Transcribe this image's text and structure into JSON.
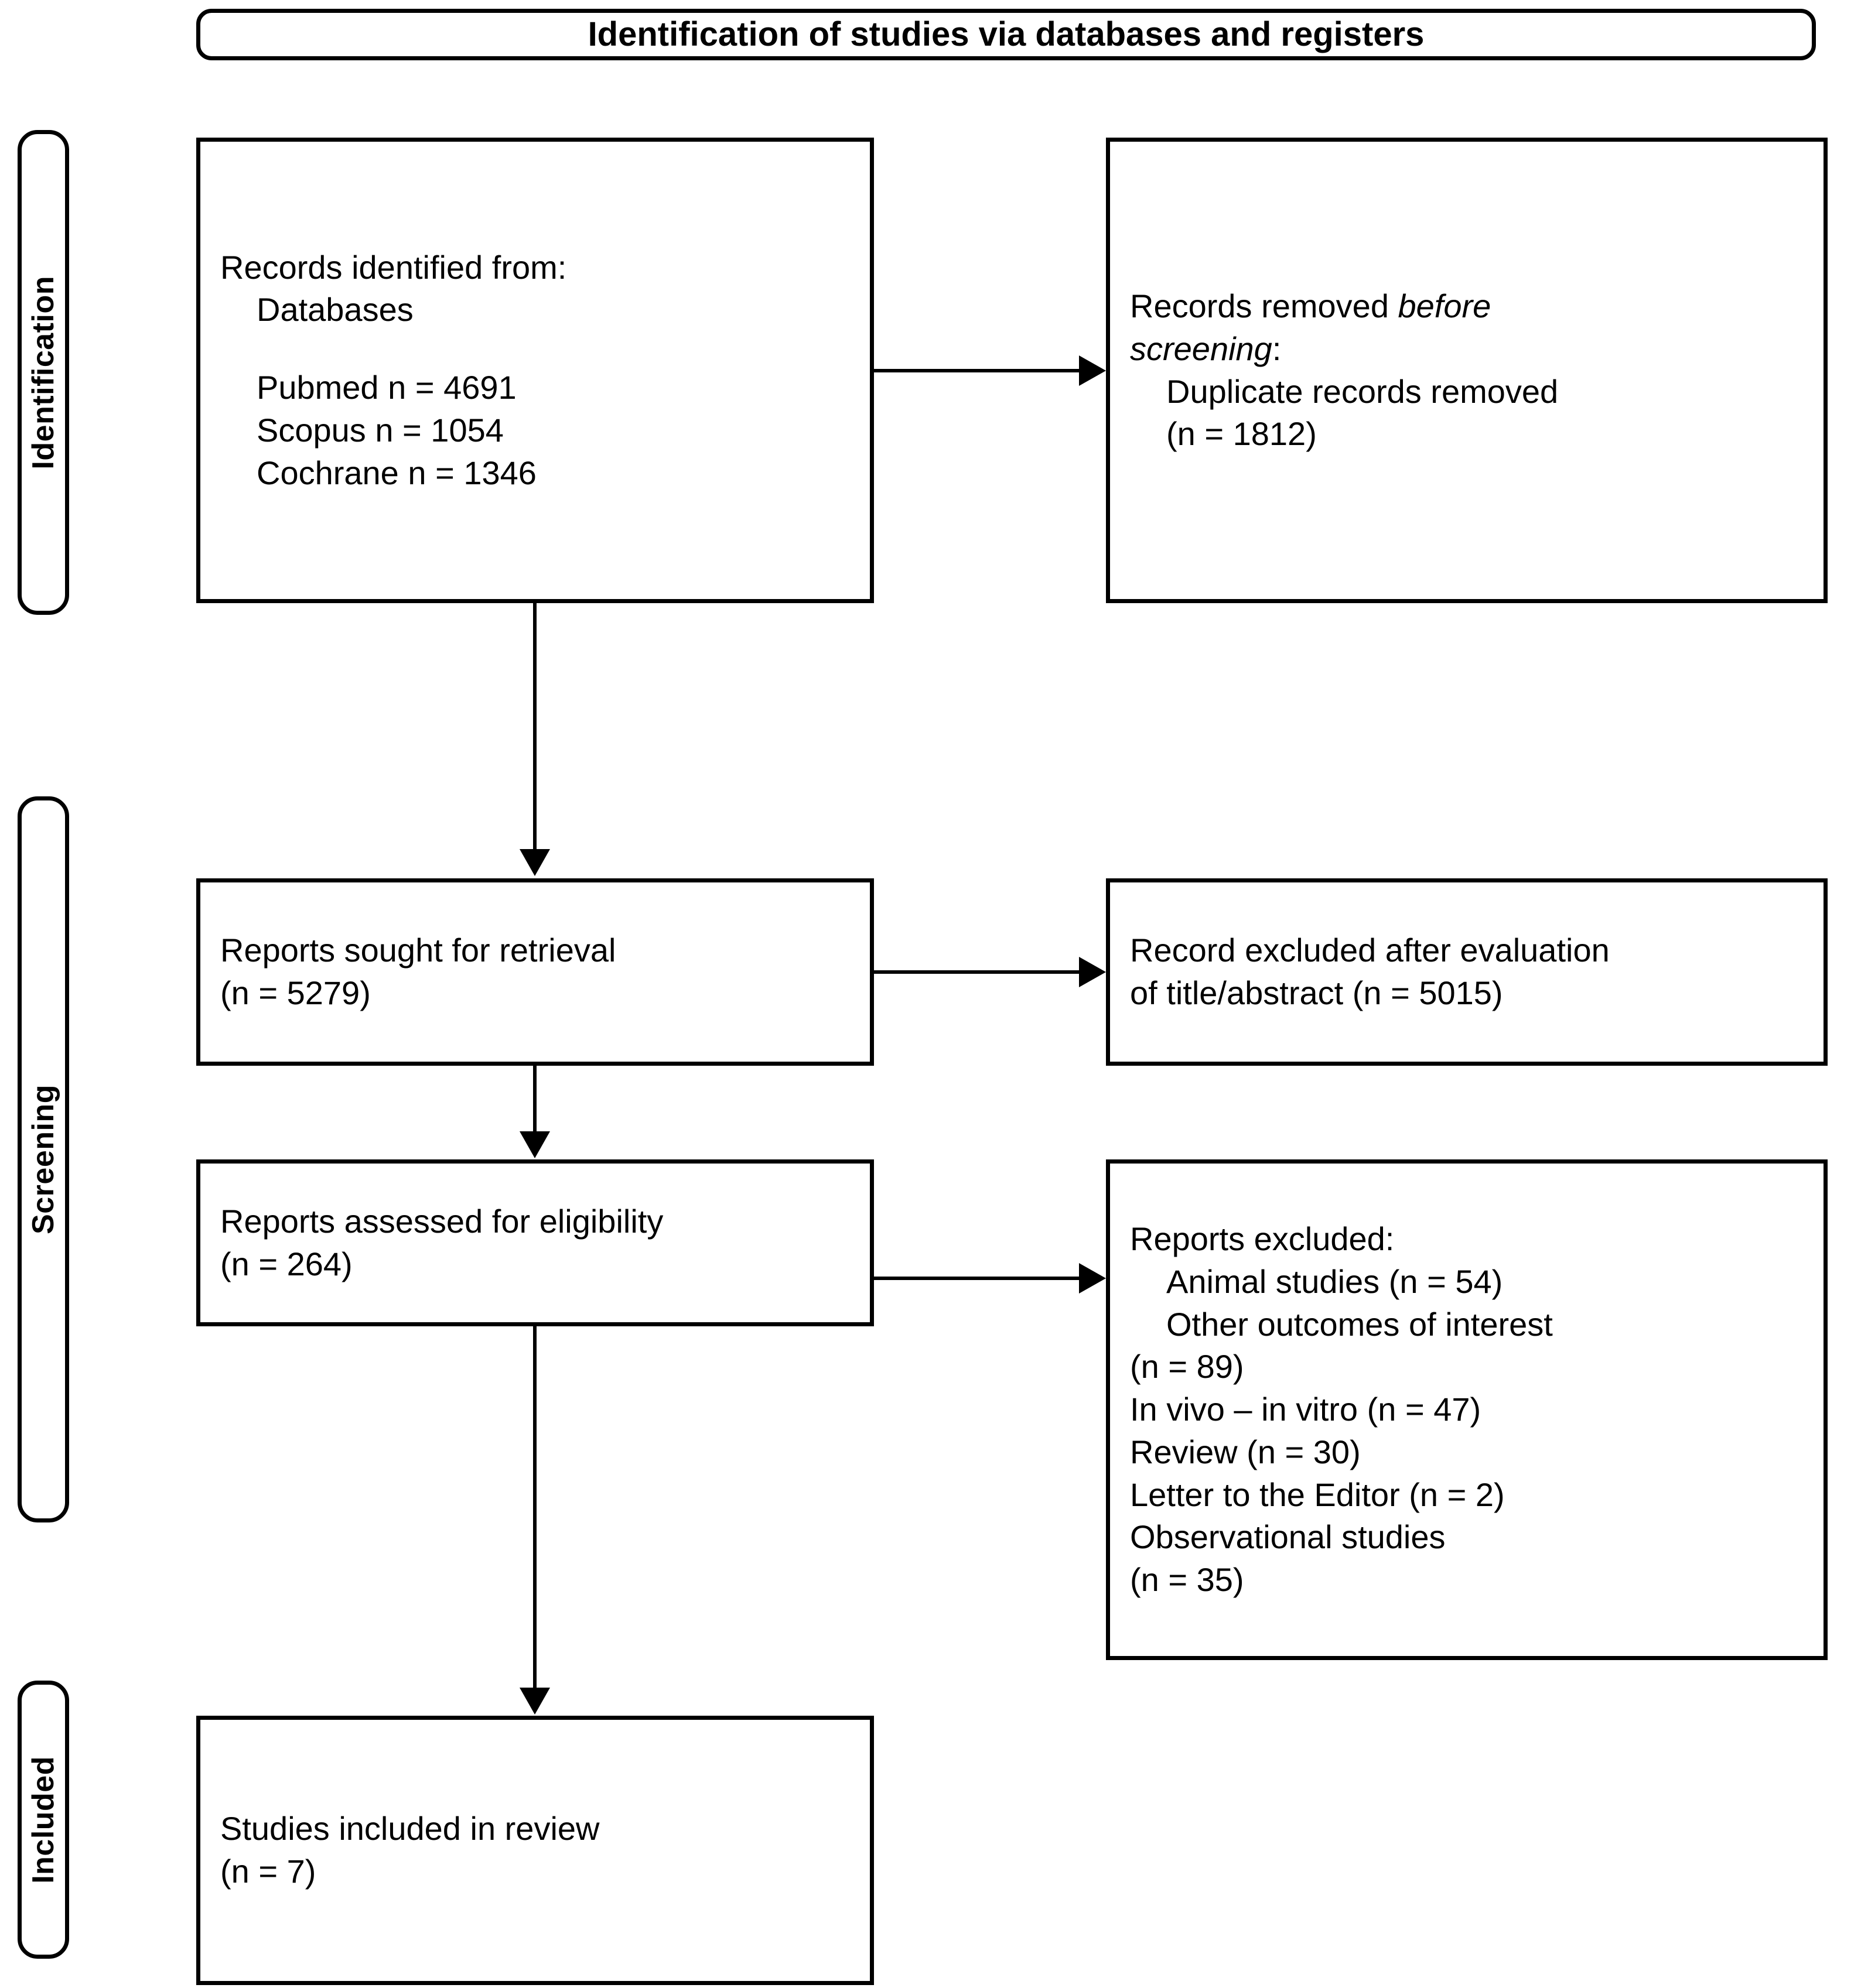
{
  "diagram": {
    "type": "PRISMA flow diagram",
    "title": "Identification of studies via databases and registers"
  },
  "stages": [
    {
      "key": "identification",
      "label": "Identification"
    },
    {
      "key": "screening",
      "label": "Screening"
    },
    {
      "key": "included",
      "label": "Included"
    }
  ],
  "boxes": {
    "records_identified": {
      "line1": "Records identified from:",
      "line2": "Databases",
      "line3": "Pubmed n = 4691",
      "line4": "Scopus n = 1054",
      "line5": "Cochrane n = 1346"
    },
    "records_removed": {
      "line1_a": "Records removed ",
      "line1_b": "before",
      "line2_a": "screening",
      "line2_b": ":",
      "line3": "Duplicate records removed",
      "line4": "(n = 1812)"
    },
    "reports_sought": {
      "line1": "Reports sought for retrieval",
      "line2": "(n = 5279)"
    },
    "records_excluded_titles": {
      "line1": "Record excluded after evaluation",
      "line2": "of title/abstract (n = 5015)"
    },
    "reports_assessed": {
      "line1": "Reports assessed for eligibility",
      "line2": "(n = 264)"
    },
    "reports_excluded": {
      "header": "Reports excluded:",
      "line1": "Animal studies (n = 54)",
      "line2": "Other outcomes of interest",
      "line3": "(n = 89)",
      "line4": "In vivo – in vitro (n = 47)",
      "line5": "Review (n = 30)",
      "line6": "Letter to the Editor (n = 2)",
      "line7": "Observational studies",
      "line8": "(n = 35)"
    },
    "studies_included": {
      "line1": "Studies included in review",
      "line2": "(n = 7)"
    }
  },
  "counts": {
    "pubmed": 4691,
    "scopus": 1054,
    "cochrane": 1346,
    "duplicates_removed": 1812,
    "reports_sought": 5279,
    "excluded_title_abstract": 5015,
    "reports_assessed": 264,
    "excluded_animal_studies": 54,
    "excluded_other_outcomes": 89,
    "excluded_in_vivo_in_vitro": 47,
    "excluded_review": 30,
    "excluded_letter_editor": 2,
    "excluded_observational": 35,
    "studies_included": 7
  },
  "colors": {
    "stroke": "#000000",
    "fill": "#ffffff",
    "text": "#000000"
  }
}
